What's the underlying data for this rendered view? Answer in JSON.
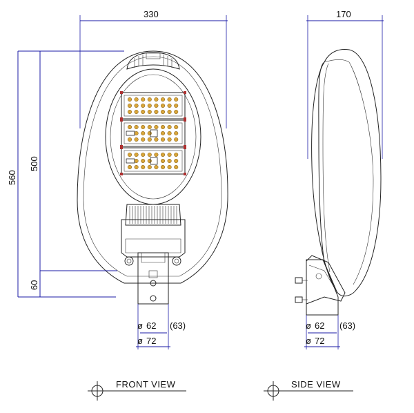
{
  "dimensions": {
    "front_width": "330",
    "side_width": "170",
    "overall_height": "560",
    "body_height": "500",
    "base_height": "60",
    "front_pipe_inner": "62",
    "front_pipe_inner_alt": "(63)",
    "front_pipe_outer": "72",
    "side_pipe_inner": "62",
    "side_pipe_inner_alt": "(63)",
    "side_pipe_outer": "72"
  },
  "views": {
    "front_label": "FRONT VIEW",
    "side_label": "SIDE VIEW"
  },
  "colors": {
    "dimension_line": "#1a1aa6",
    "outline": "#222222",
    "marker": "#b03030",
    "led": "#d9a63a"
  }
}
